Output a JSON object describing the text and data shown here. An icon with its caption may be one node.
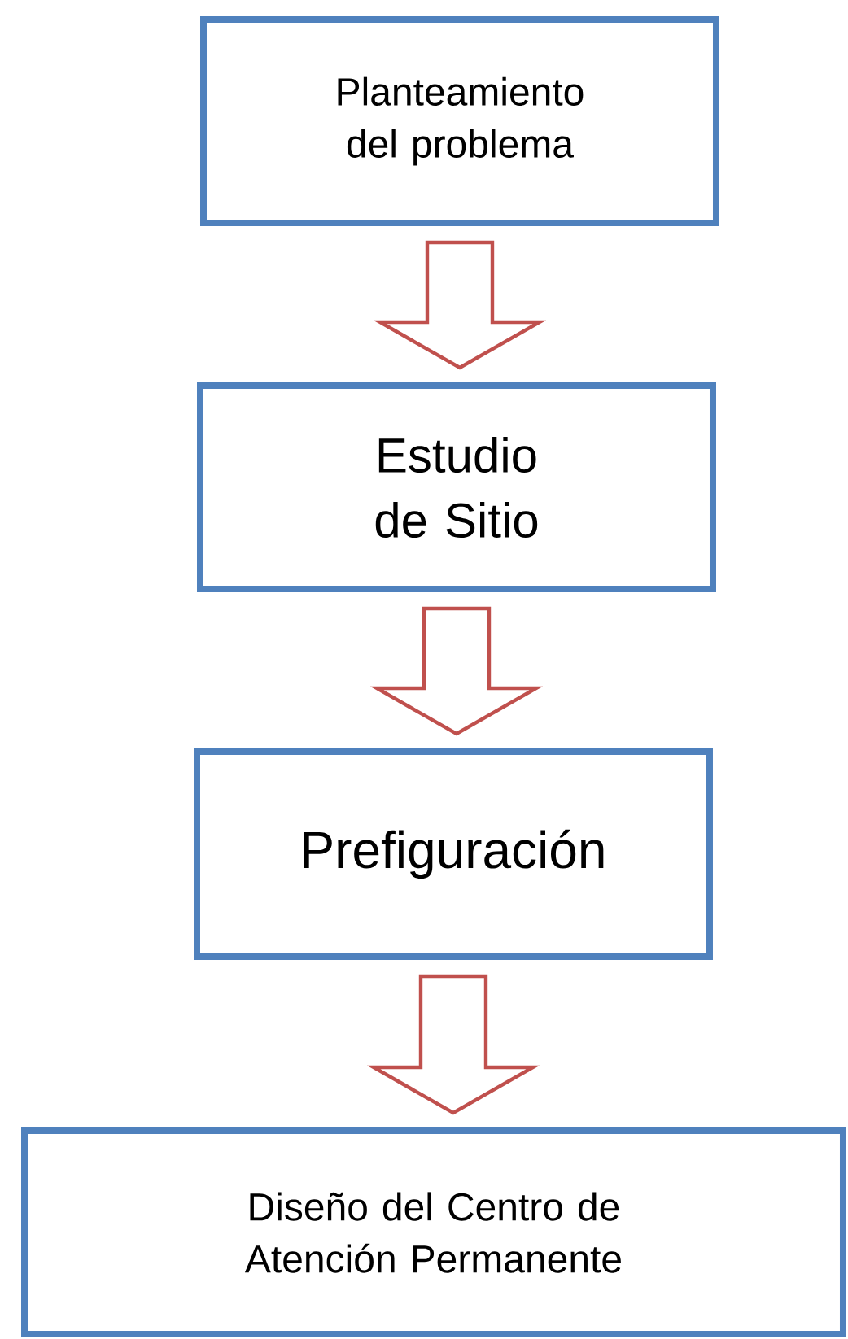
{
  "diagram": {
    "nodes": [
      {
        "text": [
          "Planteamiento del problema"
        ]
      },
      {
        "text": [
          "Estudio de Sitio"
        ]
      },
      {
        "text": [
          "Prefiguración"
        ]
      },
      {
        "text": [
          "Diseño del Centro de Atención Permanente"
        ]
      }
    ],
    "edges": [
      {
        "from": 0,
        "to": 1,
        "arrow": "to"
      },
      {
        "from": 1,
        "to": 2,
        "arrow": "to"
      },
      {
        "from": 2,
        "to": 3,
        "arrow": "to"
      }
    ]
  }
}
